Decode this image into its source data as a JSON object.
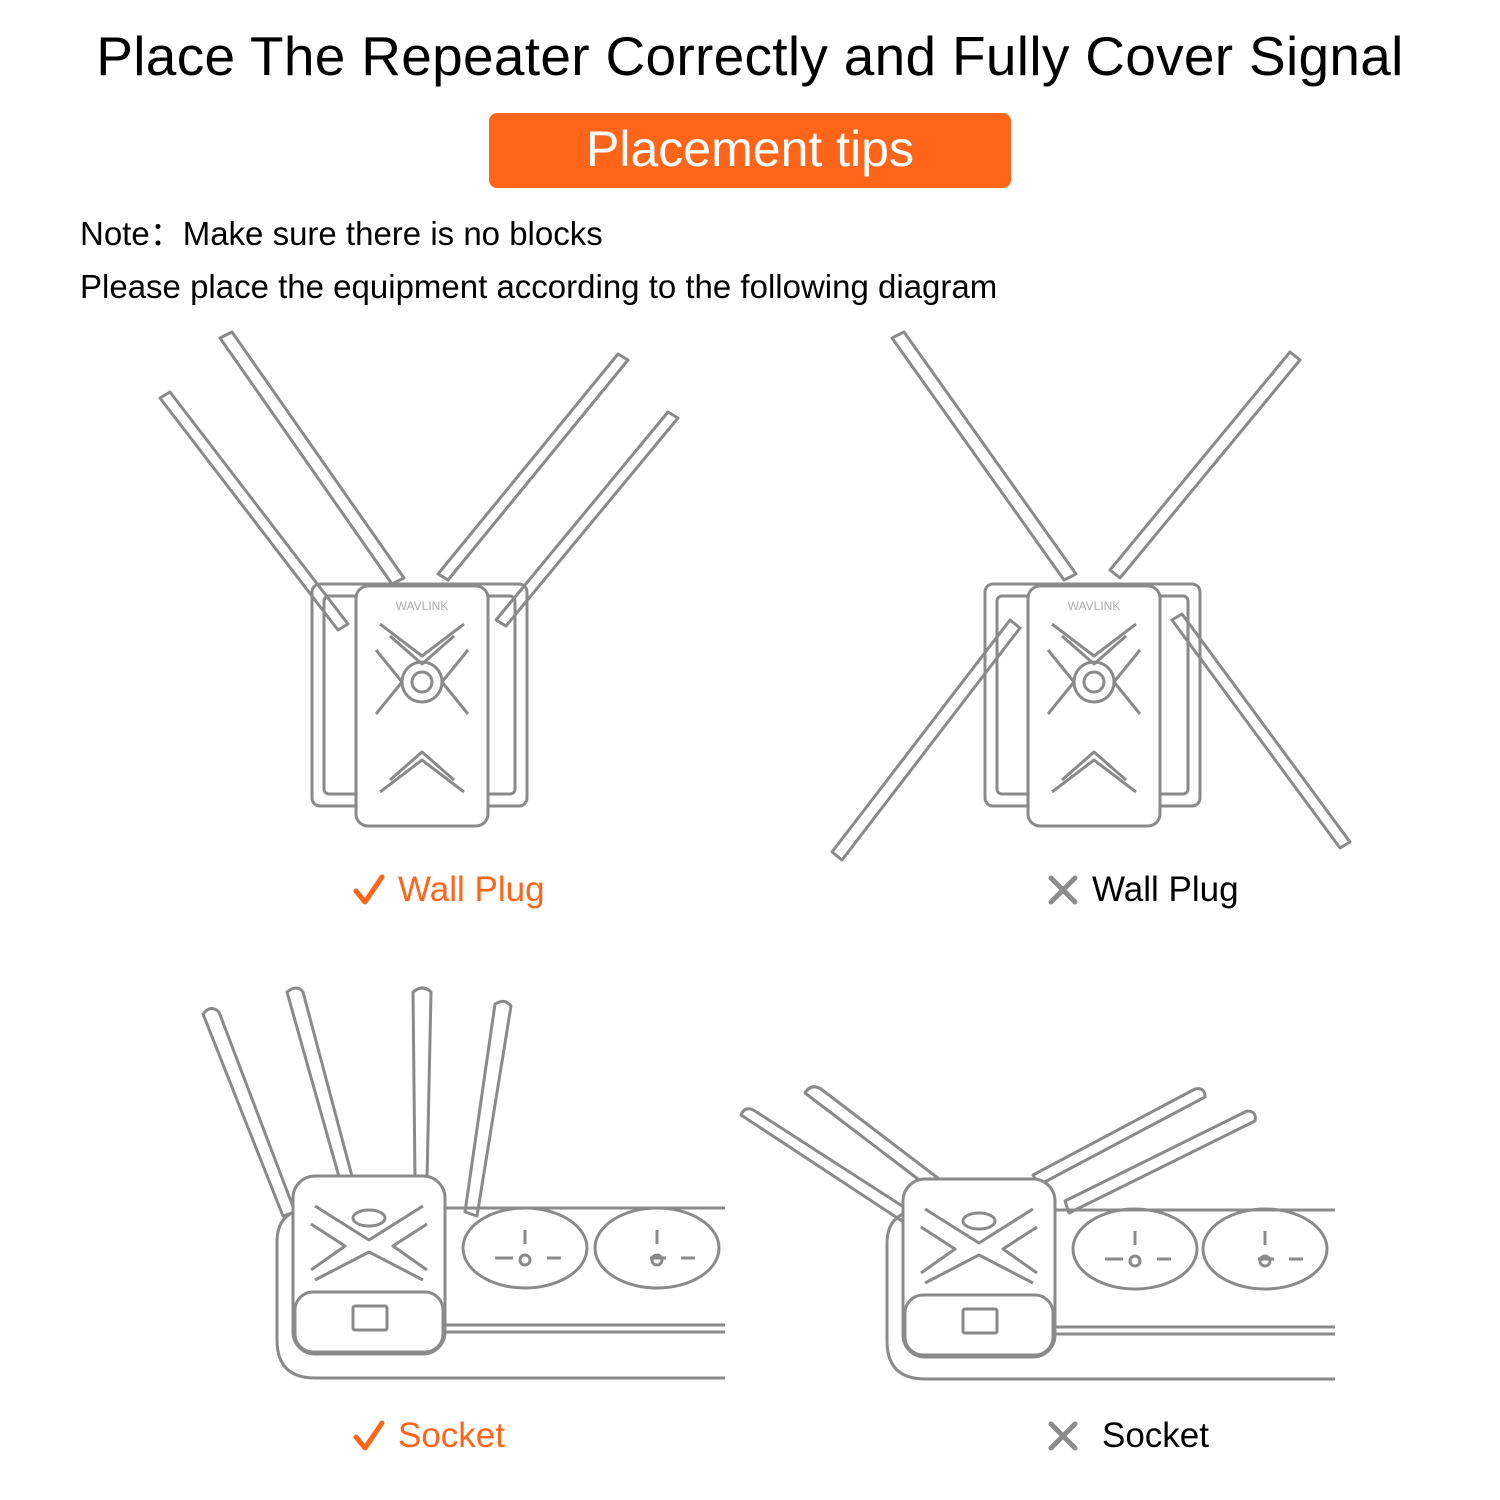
{
  "header": {
    "title": "Place The Repeater Correctly and Fully Cover Signal",
    "badge": "Placement tips"
  },
  "notes": {
    "line1": "Note：Make sure there is no blocks",
    "line2": "Please place the equipment according to the following diagram"
  },
  "examples": [
    {
      "label": "Wall Plug",
      "status": "correct",
      "icon": "check-icon"
    },
    {
      "label": "Wall Plug",
      "status": "wrong",
      "icon": "cross-icon"
    },
    {
      "label": "Socket",
      "status": "correct",
      "icon": "check-icon"
    },
    {
      "label": "Socket",
      "status": "wrong",
      "icon": "cross-icon"
    }
  ],
  "device": {
    "brand": "WAVLINK"
  },
  "colors": {
    "accent": "#ff6519",
    "line": "#8a8a8a",
    "cross": "#8c8c8c"
  }
}
